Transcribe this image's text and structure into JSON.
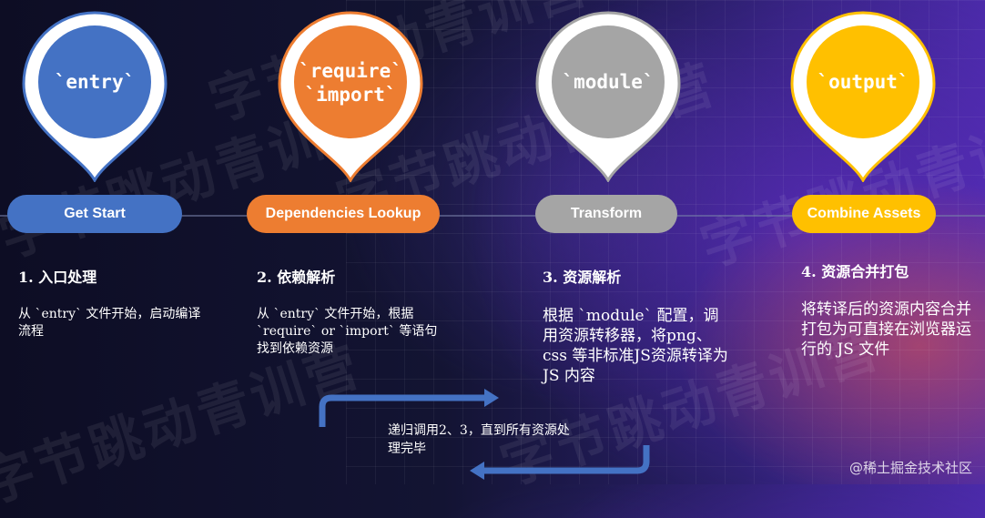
{
  "pins": [
    {
      "label": "`entry`",
      "color": "#4472c4"
    },
    {
      "label1": "`require`",
      "label2": "`import`",
      "color": "#ed7d31"
    },
    {
      "label": "`module`",
      "color": "#a5a5a5"
    },
    {
      "label": "`output`",
      "color": "#ffc000"
    }
  ],
  "stages": [
    {
      "pill": "Get Start",
      "title": "1. 入口处理",
      "desc": "从 `entry` 文件开始，启动编译流程"
    },
    {
      "pill": "Dependencies Lookup",
      "title": "2. 依赖解析",
      "desc": "从 `entry` 文件开始，根据 `require` or `import` 等语句找到依赖资源"
    },
    {
      "pill": "Transform",
      "title": "3. 资源解析",
      "desc": "根据 `module` 配置，调用资源转移器，将png、css 等非标准JS资源转译为 JS 内容"
    },
    {
      "pill": "Combine Assets",
      "title": "4. 资源合并打包",
      "desc": "将转译后的资源内容合并打包为可直接在浏览器运行的 JS 文件"
    }
  ],
  "loop": {
    "text": "递归调用2、3，直到所有资源处理完毕"
  },
  "watermark": {
    "text": "字节跳动青训营"
  },
  "credit": {
    "text": "@稀土掘金技术社区"
  }
}
